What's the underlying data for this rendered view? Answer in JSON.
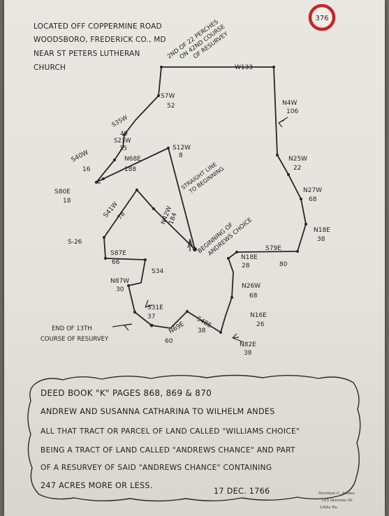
{
  "header": {
    "line1": "LOCATED OFF COPPERMINE ROAD",
    "line2": "WOODSBORO, FREDERICK CO., MD",
    "line3": "NEAR ST PETERS LUTHERAN",
    "line4": "CHURCH"
  },
  "page_number": "376",
  "annotations": {
    "top": [
      "2ND OF 22 PERCHES",
      "ON 42ND COURSE",
      "OF RESURVEY"
    ],
    "straight": [
      "STRAIGHT LINE",
      "TO BEGINNING"
    ],
    "beginning": [
      "BEGINNING OF",
      "ANDREWS CHOICE"
    ],
    "end": [
      "END OF 13TH",
      "COURSE OF RESURVEY"
    ]
  },
  "courses": {
    "w133": "W133",
    "n4w": "N4W",
    "n4w_len": "106",
    "n25w": "N25W",
    "n25w_len": "22",
    "n27w": "N27W",
    "n27w_len": "68",
    "n18e_a": "N18E",
    "n18e_a_len": "38",
    "s79e": "S79E",
    "s79e_len": "80",
    "n18e_b": "N18E",
    "n18e_b_len": "28",
    "n26w": "N26W",
    "n26w_len": "68",
    "n16e": "N16E",
    "n16e_len": "26",
    "n82e": "N82E",
    "n82e_len": "38",
    "s48e": "S48E",
    "s48e_len": "38",
    "n69e": "N69E",
    "n69e_len": "60",
    "s31e": "S31E",
    "s31e_len": "37",
    "n87w": "N87W",
    "n87w_len": "30",
    "s34": "S34",
    "s87e": "S87E",
    "s87e_len": "66",
    "s26": "S-26",
    "s41w": "S41W",
    "s41w_len": "78",
    "n42w": "N42W",
    "n42w_len": "184",
    "s12w": "S12W",
    "s12w_len": "8",
    "n68e": "N68E",
    "n68e_len": "188",
    "s80e": "S80E",
    "s80e_len": "18",
    "s40w": "S40W",
    "s40w_len": "16",
    "s23w": "S23W",
    "s23w_len": "15",
    "s35w": "S35W",
    "s35w_len": "49",
    "s7w": "S7W",
    "s7w_len": "52"
  },
  "deed": {
    "line1": "DEED BOOK \"K\" PAGES 868, 869 & 870",
    "line2": "ANDREW AND SUSANNA CATHARINA TO WILHELM ANDES",
    "line3": "ALL THAT TRACT OR PARCEL OF LAND CALLED \"WILLIAMS CHOICE\"",
    "line4": "BEING A TRACT OF LAND CALLED \"ANDREWS CHANCE\" AND PART",
    "line5": "OF A RESURVEY OF SAID \"ANDREWS CHANCE\" CONTAINING",
    "line6": "247 ACRES MORE OR LESS.",
    "date": "17 DEC. 1766"
  },
  "signature": {
    "name": "Norman C. Andes",
    "address": "105 Stevens St.",
    "city": "Lititz Pa."
  }
}
